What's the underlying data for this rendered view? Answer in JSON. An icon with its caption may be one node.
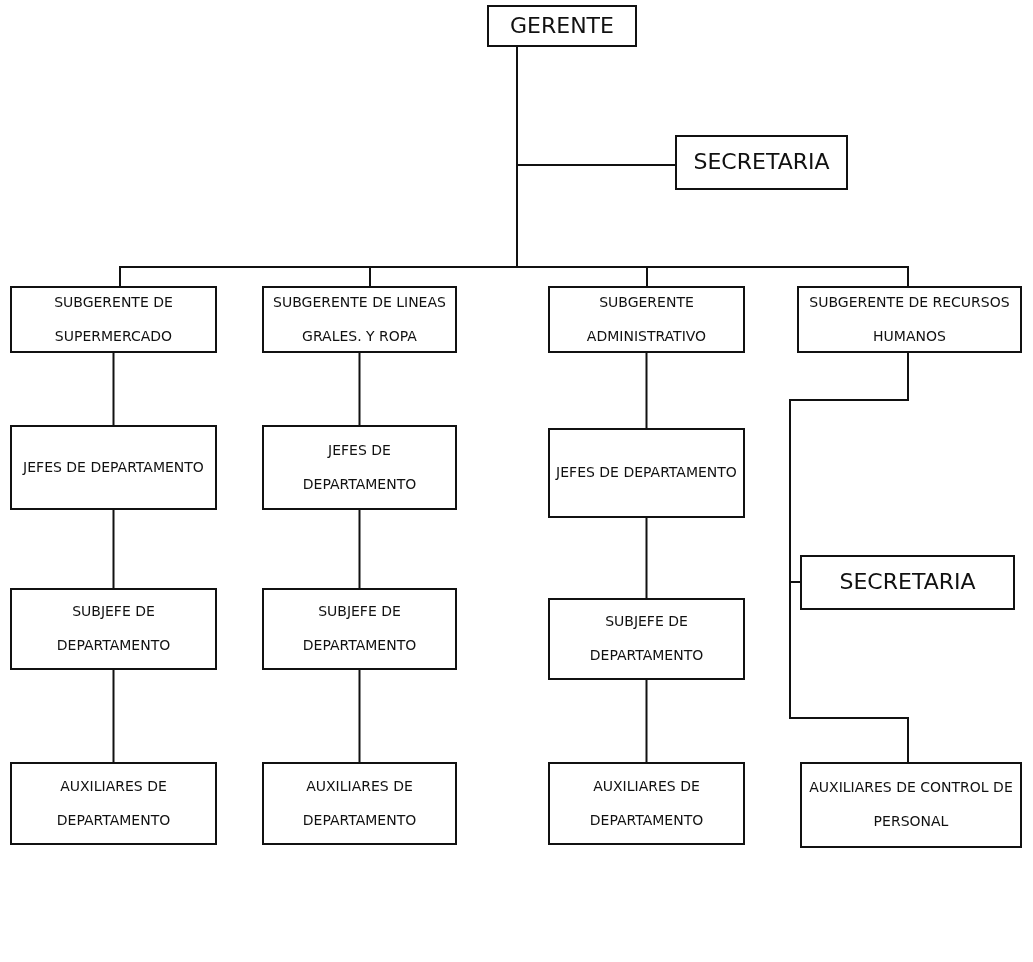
{
  "diagram": {
    "nodes": [
      {
        "text": [
          "GERENTE"
        ]
      },
      {
        "text": [
          "SECRETARIA"
        ]
      },
      {
        "text": [
          "SUBGERENTE DE SUPERMERCADO"
        ]
      },
      {
        "text": [
          "SUBGERENTE DE LINEAS GRALES. Y ROPA"
        ]
      },
      {
        "text": [
          "SUBGERENTE ADMINISTRATIVO"
        ]
      },
      {
        "text": [
          "SUBGERENTE DE RECURSOS HUMANOS"
        ]
      },
      {
        "text": [
          "JEFES DE DEPARTAMENTO"
        ]
      },
      {
        "text": [
          "JEFES DE DEPARTAMENTO"
        ]
      },
      {
        "text": [
          "JEFES DE DEPARTAMENTO"
        ]
      },
      {
        "text": [
          "SUBJEFE DE DEPARTAMENTO"
        ]
      },
      {
        "text": [
          "SUBJEFE DE DEPARTAMENTO"
        ]
      },
      {
        "text": [
          "SUBJEFE DE DEPARTAMENTO"
        ]
      },
      {
        "text": [
          "SECRETARIA"
        ]
      },
      {
        "text": [
          "AUXILIARES DE DEPARTAMENTO"
        ]
      },
      {
        "text": [
          "AUXILIARES DE DEPARTAMENTO"
        ]
      },
      {
        "text": [
          "AUXILIARES DE DEPARTAMENTO"
        ]
      },
      {
        "text": [
          "AUXILIARES DE CONTROL DE PERSONAL"
        ]
      }
    ],
    "edges": [
      {
        "from": 0,
        "to": 1,
        "arrow": "none"
      },
      {
        "from": 0,
        "to": 2,
        "arrow": "none"
      },
      {
        "from": 0,
        "to": 3,
        "arrow": "none"
      },
      {
        "from": 0,
        "to": 4,
        "arrow": "none"
      },
      {
        "from": 0,
        "to": 5,
        "arrow": "none"
      },
      {
        "from": 2,
        "to": 6,
        "arrow": "none"
      },
      {
        "from": 6,
        "to": 9,
        "arrow": "none"
      },
      {
        "from": 9,
        "to": 13,
        "arrow": "none"
      },
      {
        "from": 3,
        "to": 7,
        "arrow": "none"
      },
      {
        "from": 7,
        "to": 10,
        "arrow": "none"
      },
      {
        "from": 10,
        "to": 14,
        "arrow": "none"
      },
      {
        "from": 4,
        "to": 8,
        "arrow": "none"
      },
      {
        "from": 8,
        "to": 11,
        "arrow": "none"
      },
      {
        "from": 11,
        "to": 15,
        "arrow": "none"
      },
      {
        "from": 5,
        "to": 12,
        "arrow": "none"
      },
      {
        "from": 5,
        "to": 16,
        "arrow": "none"
      }
    ]
  }
}
